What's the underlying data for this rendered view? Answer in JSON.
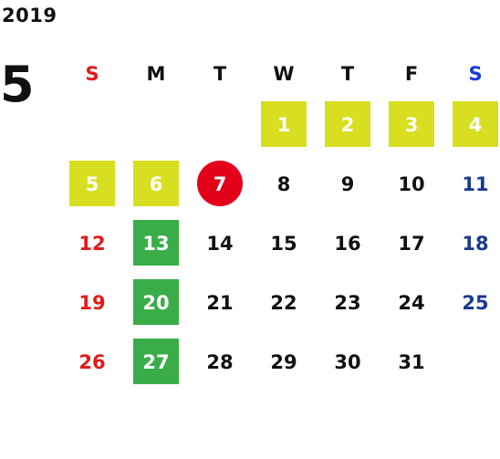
{
  "header": {
    "year": "2019",
    "month": "5"
  },
  "colors": {
    "sunday": "#e21a1a",
    "saturday": "#1a3a8f",
    "weekday": "#111111",
    "holiday_yellow": "#d7df20",
    "holiday_green": "#3aad48",
    "today_red": "#e2001a"
  },
  "weekdays": [
    {
      "label": "S",
      "color": "#e21a1a"
    },
    {
      "label": "M",
      "color": "#111111"
    },
    {
      "label": "T",
      "color": "#111111"
    },
    {
      "label": "W",
      "color": "#111111"
    },
    {
      "label": "T",
      "color": "#111111"
    },
    {
      "label": "F",
      "color": "#111111"
    },
    {
      "label": "S",
      "color": "#1a3ad8"
    }
  ],
  "weeks": [
    [
      {
        "day": ""
      },
      {
        "day": ""
      },
      {
        "day": ""
      },
      {
        "day": "1",
        "bg": "yellow"
      },
      {
        "day": "2",
        "bg": "yellow"
      },
      {
        "day": "3",
        "bg": "yellow"
      },
      {
        "day": "4",
        "bg": "yellow"
      }
    ],
    [
      {
        "day": "5",
        "bg": "yellow"
      },
      {
        "day": "6",
        "bg": "yellow"
      },
      {
        "day": "7",
        "bg": "red"
      },
      {
        "day": "8"
      },
      {
        "day": "9"
      },
      {
        "day": "10"
      },
      {
        "day": "11",
        "color": "#1a3a8f"
      }
    ],
    [
      {
        "day": "12",
        "color": "#e21a1a"
      },
      {
        "day": "13",
        "bg": "green"
      },
      {
        "day": "14"
      },
      {
        "day": "15"
      },
      {
        "day": "16"
      },
      {
        "day": "17"
      },
      {
        "day": "18",
        "color": "#1a3a8f"
      }
    ],
    [
      {
        "day": "19",
        "color": "#e21a1a"
      },
      {
        "day": "20",
        "bg": "green"
      },
      {
        "day": "21"
      },
      {
        "day": "22"
      },
      {
        "day": "23"
      },
      {
        "day": "24"
      },
      {
        "day": "25",
        "color": "#1a3a8f"
      }
    ],
    [
      {
        "day": "26",
        "color": "#e21a1a"
      },
      {
        "day": "27",
        "bg": "green"
      },
      {
        "day": "28"
      },
      {
        "day": "29"
      },
      {
        "day": "30"
      },
      {
        "day": "31"
      },
      {
        "day": ""
      }
    ]
  ]
}
